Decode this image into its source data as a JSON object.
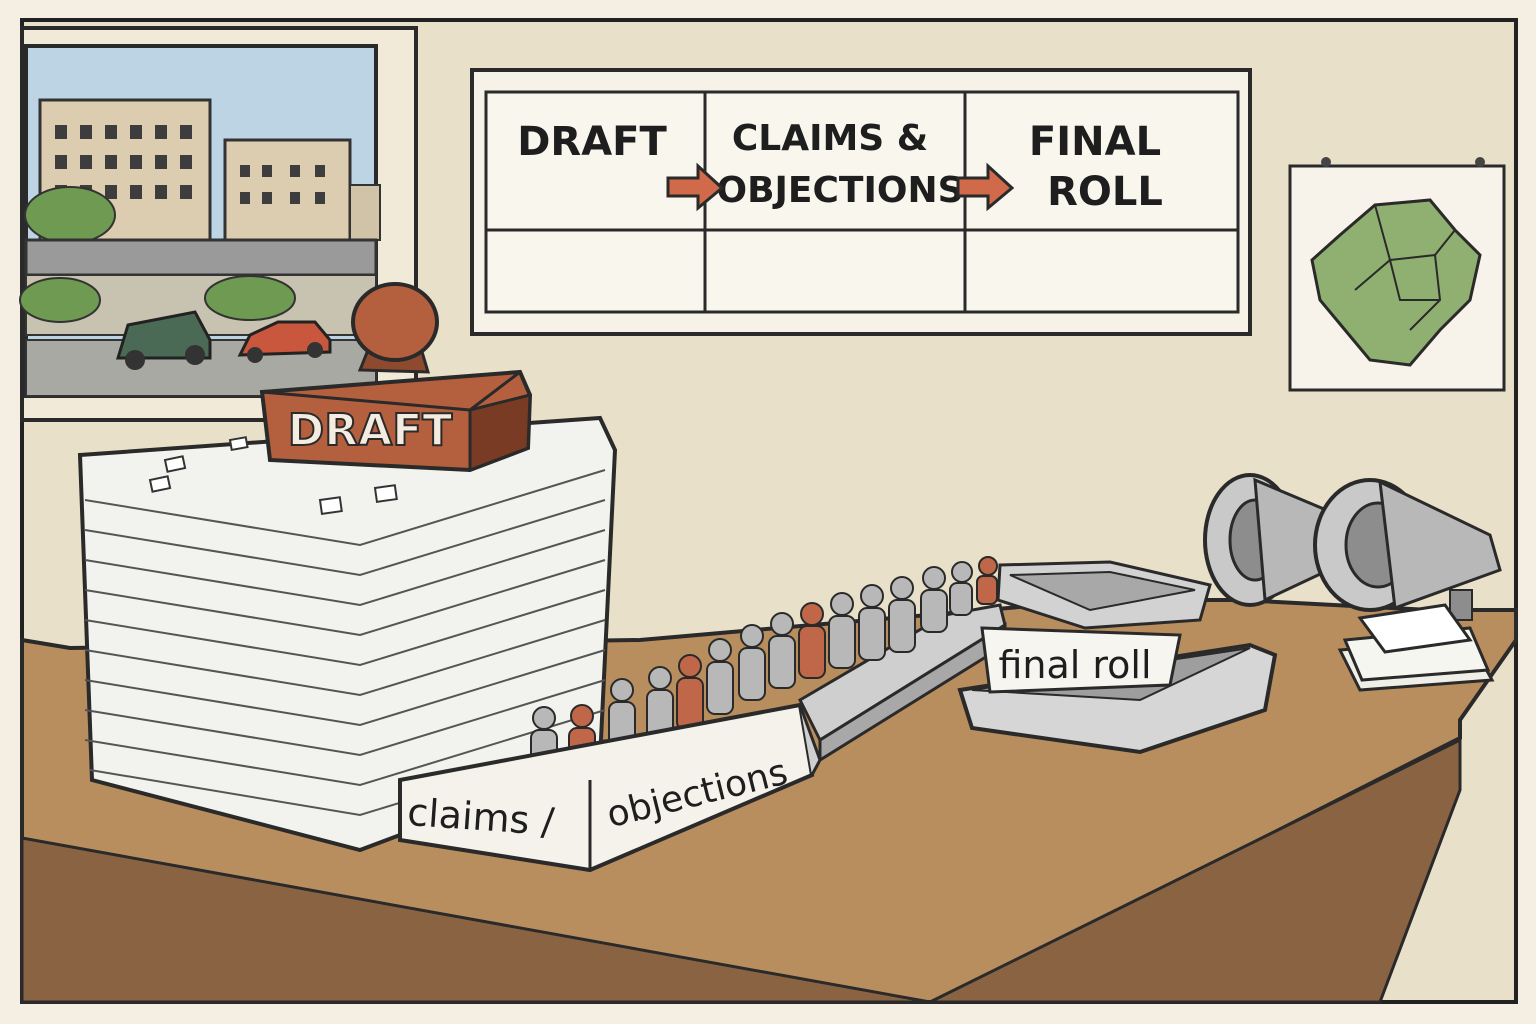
{
  "board": {
    "stage1": "DRAFT",
    "stage2_line1": "CLAIMS &",
    "stage2_line2": "OBJECTIONS",
    "stage3_line1": "FINAL",
    "stage3_line2": "ROLL"
  },
  "stamp": {
    "label": "DRAFT"
  },
  "trays": {
    "claims_left": "claims /",
    "claims_right": "objections",
    "final": "final roll"
  },
  "colors": {
    "wall": "#e8dfc8",
    "desk": "#b98e5f",
    "desk_front": "#8a6442",
    "stamp": "#b4603f",
    "accent_arrow": "#d06a4b",
    "map_green": "#8fb070",
    "figure_grey": "#b8b8b8",
    "figure_red": "#c0674a"
  },
  "icons": {
    "megaphone": "megaphone-icon",
    "map": "map-icon",
    "stamp": "rubber-stamp-icon"
  }
}
